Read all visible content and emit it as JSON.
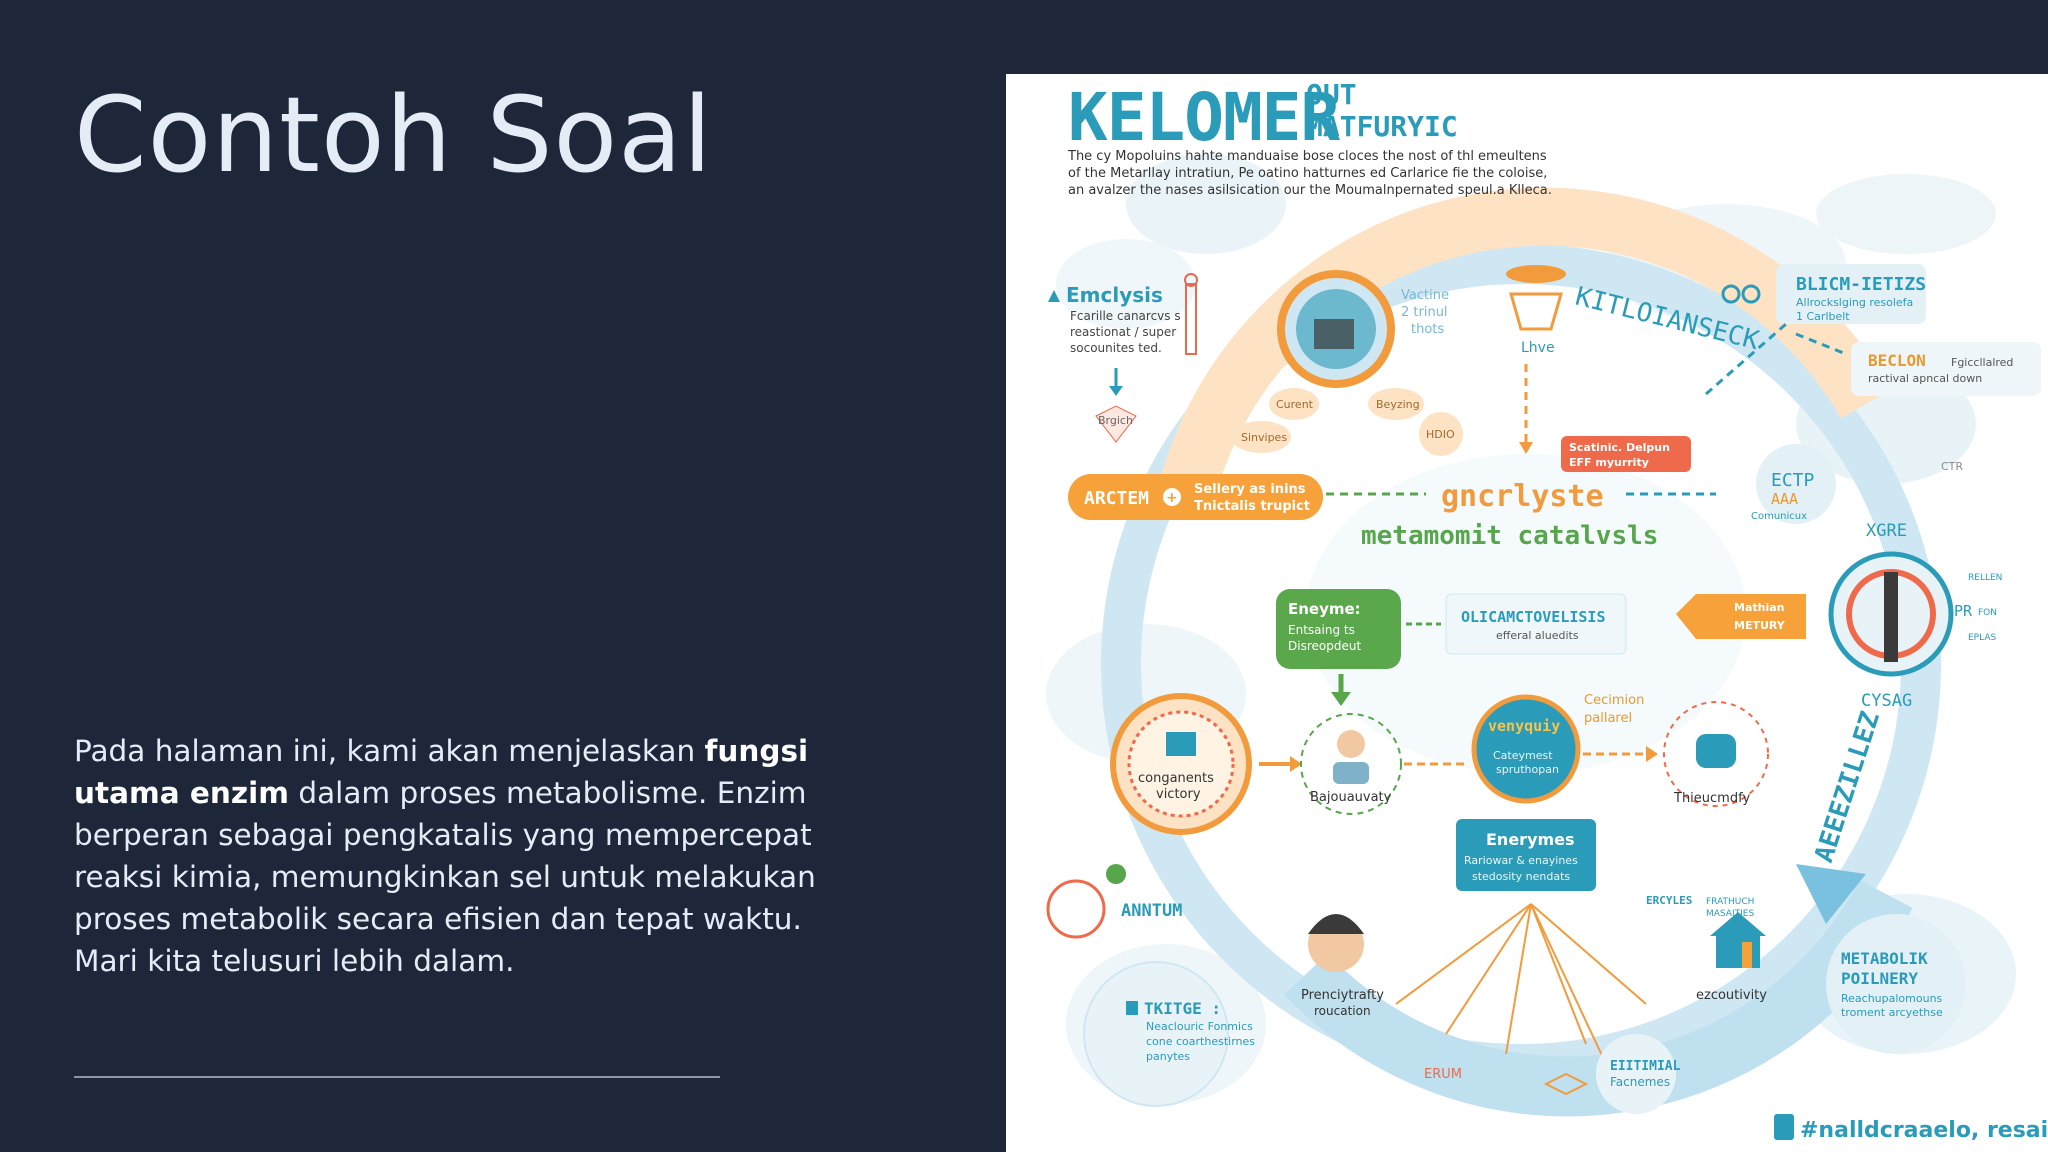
{
  "slide": {
    "title": "Contoh Soal",
    "paragraph": {
      "before": "Pada halaman ini, kami akan menjelaskan ",
      "bold": "fungsi utama enzim",
      "after": " dalam proses metabolisme. Enzim berperan sebagai pengkatalis yang mempercepat reaksi kimia, memungkinkan sel untuk melakukan proses metabolik secara efisien dan tepat waktu. Mari kita telusuri lebih dalam."
    }
  },
  "infographic": {
    "heading_main": "KELOMER",
    "heading_sup_top": "OUT",
    "heading_sup_bottom": "MATFURYIC",
    "intro_lines": [
      "The cy Mopoluins hahte manduaise bose cloces the nost of thl emeultens",
      "of the Metarllay intratiun, Pe oatino hatturnes ed Carlarice fie the coloise,",
      "an avalzer the nases asilsication our the Moumalnpernated speul.a Klleca."
    ],
    "center_main": "gncrlyste",
    "center_sub": "metamomit catalvsls",
    "labels": {
      "emclysis_title": "Emclysis",
      "emclysis_l1": "Fcarille canarcvs s",
      "emclysis_l2": "reastionat / super",
      "emclysis_l3": "socounites ted.",
      "breath": "Brgich",
      "vactine_l1": "Vactine",
      "vactine_l2": "2 trinul",
      "vactine_l3": "thots",
      "lhve": "Lhve",
      "arc_top": "KITLOIANSECK",
      "blicm_title": "BLICM-IETIZS",
      "blicm_l1": "Allrockslging resolefa",
      "blicm_l2": "1 Carlbelt",
      "beclon_title": "BECLON",
      "beclon_tail": "Fgiccllalred",
      "beclon_l2": "ractival apncal down",
      "curent": "Curent",
      "beyzing": "Beyzing",
      "sinvipes": "Sinvipes",
      "hdio": "HDIO",
      "scatin_l1": "Scatinic. Delpun",
      "scatin_l2": "EFF myurrity",
      "ectp": "ECTP",
      "aaa": "AAA",
      "comunicux": "Comunicux",
      "ctr": "CTR",
      "arctem": "ARCTEM",
      "sellery_l1": "Sellery as inins",
      "sellery_l2": "Tnictalis trupict",
      "xgre": "XGRE",
      "rellen": "RELLEN",
      "pr": "PR",
      "fon": "FON",
      "eplas": "EPLAS",
      "cysag": "CYSAG",
      "eneyme_title": "Eneyme:",
      "eneyme_l1": "Entsaing ts",
      "eneyme_l2": "Disreopdeut",
      "olicam_title": "OLICAMCTOVELISIS",
      "olicam_sub": "efferal aluedits",
      "mathian_l1": "Mathian",
      "mathian_l2": "METURY",
      "cecimion_l1": "Cecimion",
      "cecimion_l2": "pallarel",
      "congenents_l1": "conganents",
      "congenents_l2": "victory",
      "bajouauvaty": "Bajouauvaty",
      "venyquiy": "venyquiy",
      "cateymest_l1": "Cateymest",
      "cateymest_l2": "spruthopan",
      "thieucmdfy": "Thieucmdfy",
      "enerymes_title": "Enerymes",
      "enerymes_l1": "Rariowar & enayines",
      "enerymes_l2": "stedosity nendats",
      "antum": "ANNTUM",
      "arc_right": "AEEEZILLEZ",
      "ercyles": "ERCYLES",
      "ercyles_tail": "FRATHUCH",
      "masaities": "MASAITIES",
      "prenciytrafty_l1": "Prenciytrafty",
      "prenciytrafty_l2": "roucation",
      "ezoouticity": "ezcoutivity",
      "metabolik_l1": "METABOLIK",
      "metabolik_l2": "POILNERY",
      "metabolik_l3": "Reachupalomouns",
      "metabolik_l4": "troment arcyethse",
      "tkitge_title": "TKITGE :",
      "tkitge_l1": "Neaclouric Fonmics",
      "tkitge_l2": "cone coarthestirnes",
      "tkitge_l3": "panytes",
      "erum": "ERUM",
      "eiitimial_l1": "EIITIMIAL",
      "eiitimial_l2": "Facnemes",
      "footer_brand": "#nalldcraaelo, resaity"
    }
  },
  "colors": {
    "slide_bg": "#1d2739",
    "text_light": "#e6ecf5",
    "teal": "#2a9bb8",
    "orange": "#f29b3d",
    "green": "#58a64b",
    "light_blue": "#cfe7f2"
  }
}
